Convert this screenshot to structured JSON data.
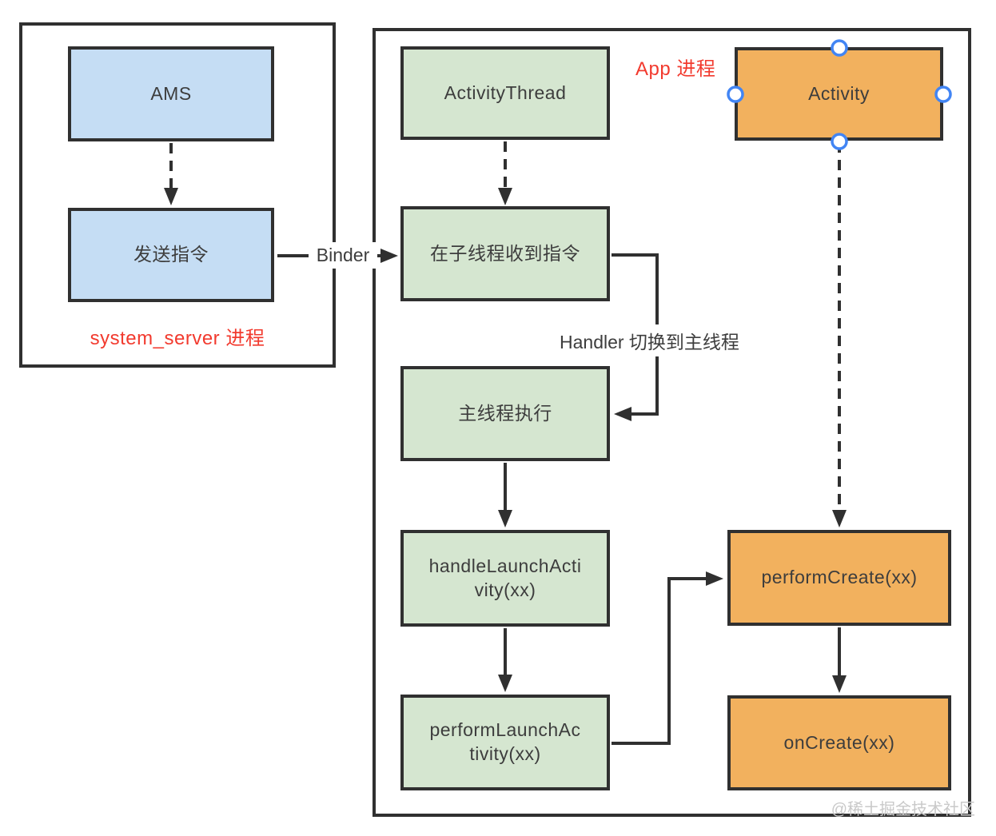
{
  "colors": {
    "border": "#303030",
    "text": "#3d3d3d",
    "blue_fill": "#c5ddf4",
    "green_fill": "#d5e6d0",
    "orange_fill": "#f2b15e",
    "red_label": "#f23a2e",
    "handle_stroke": "#4285f4",
    "watermark": "#c9c9c9"
  },
  "groups": {
    "system_server": {
      "label": "system_server 进程"
    },
    "app": {
      "label": "App 进程"
    }
  },
  "nodes": {
    "ams": "AMS",
    "send_command": "发送指令",
    "activity_thread": "ActivityThread",
    "activity": "Activity",
    "receive_in_subthread": "在子线程收到指令",
    "main_thread_exec": "主线程执行",
    "handle_launch_activity": "handleLaunchActivity(xx)",
    "perform_launch_activity": "performLaunchActivity(xx)",
    "perform_create": "performCreate(xx)",
    "on_create": "onCreate(xx)"
  },
  "edge_labels": {
    "binder": "Binder",
    "handler_switch": "Handler 切换到主线程"
  },
  "watermark": "@稀土掘金技术社区"
}
